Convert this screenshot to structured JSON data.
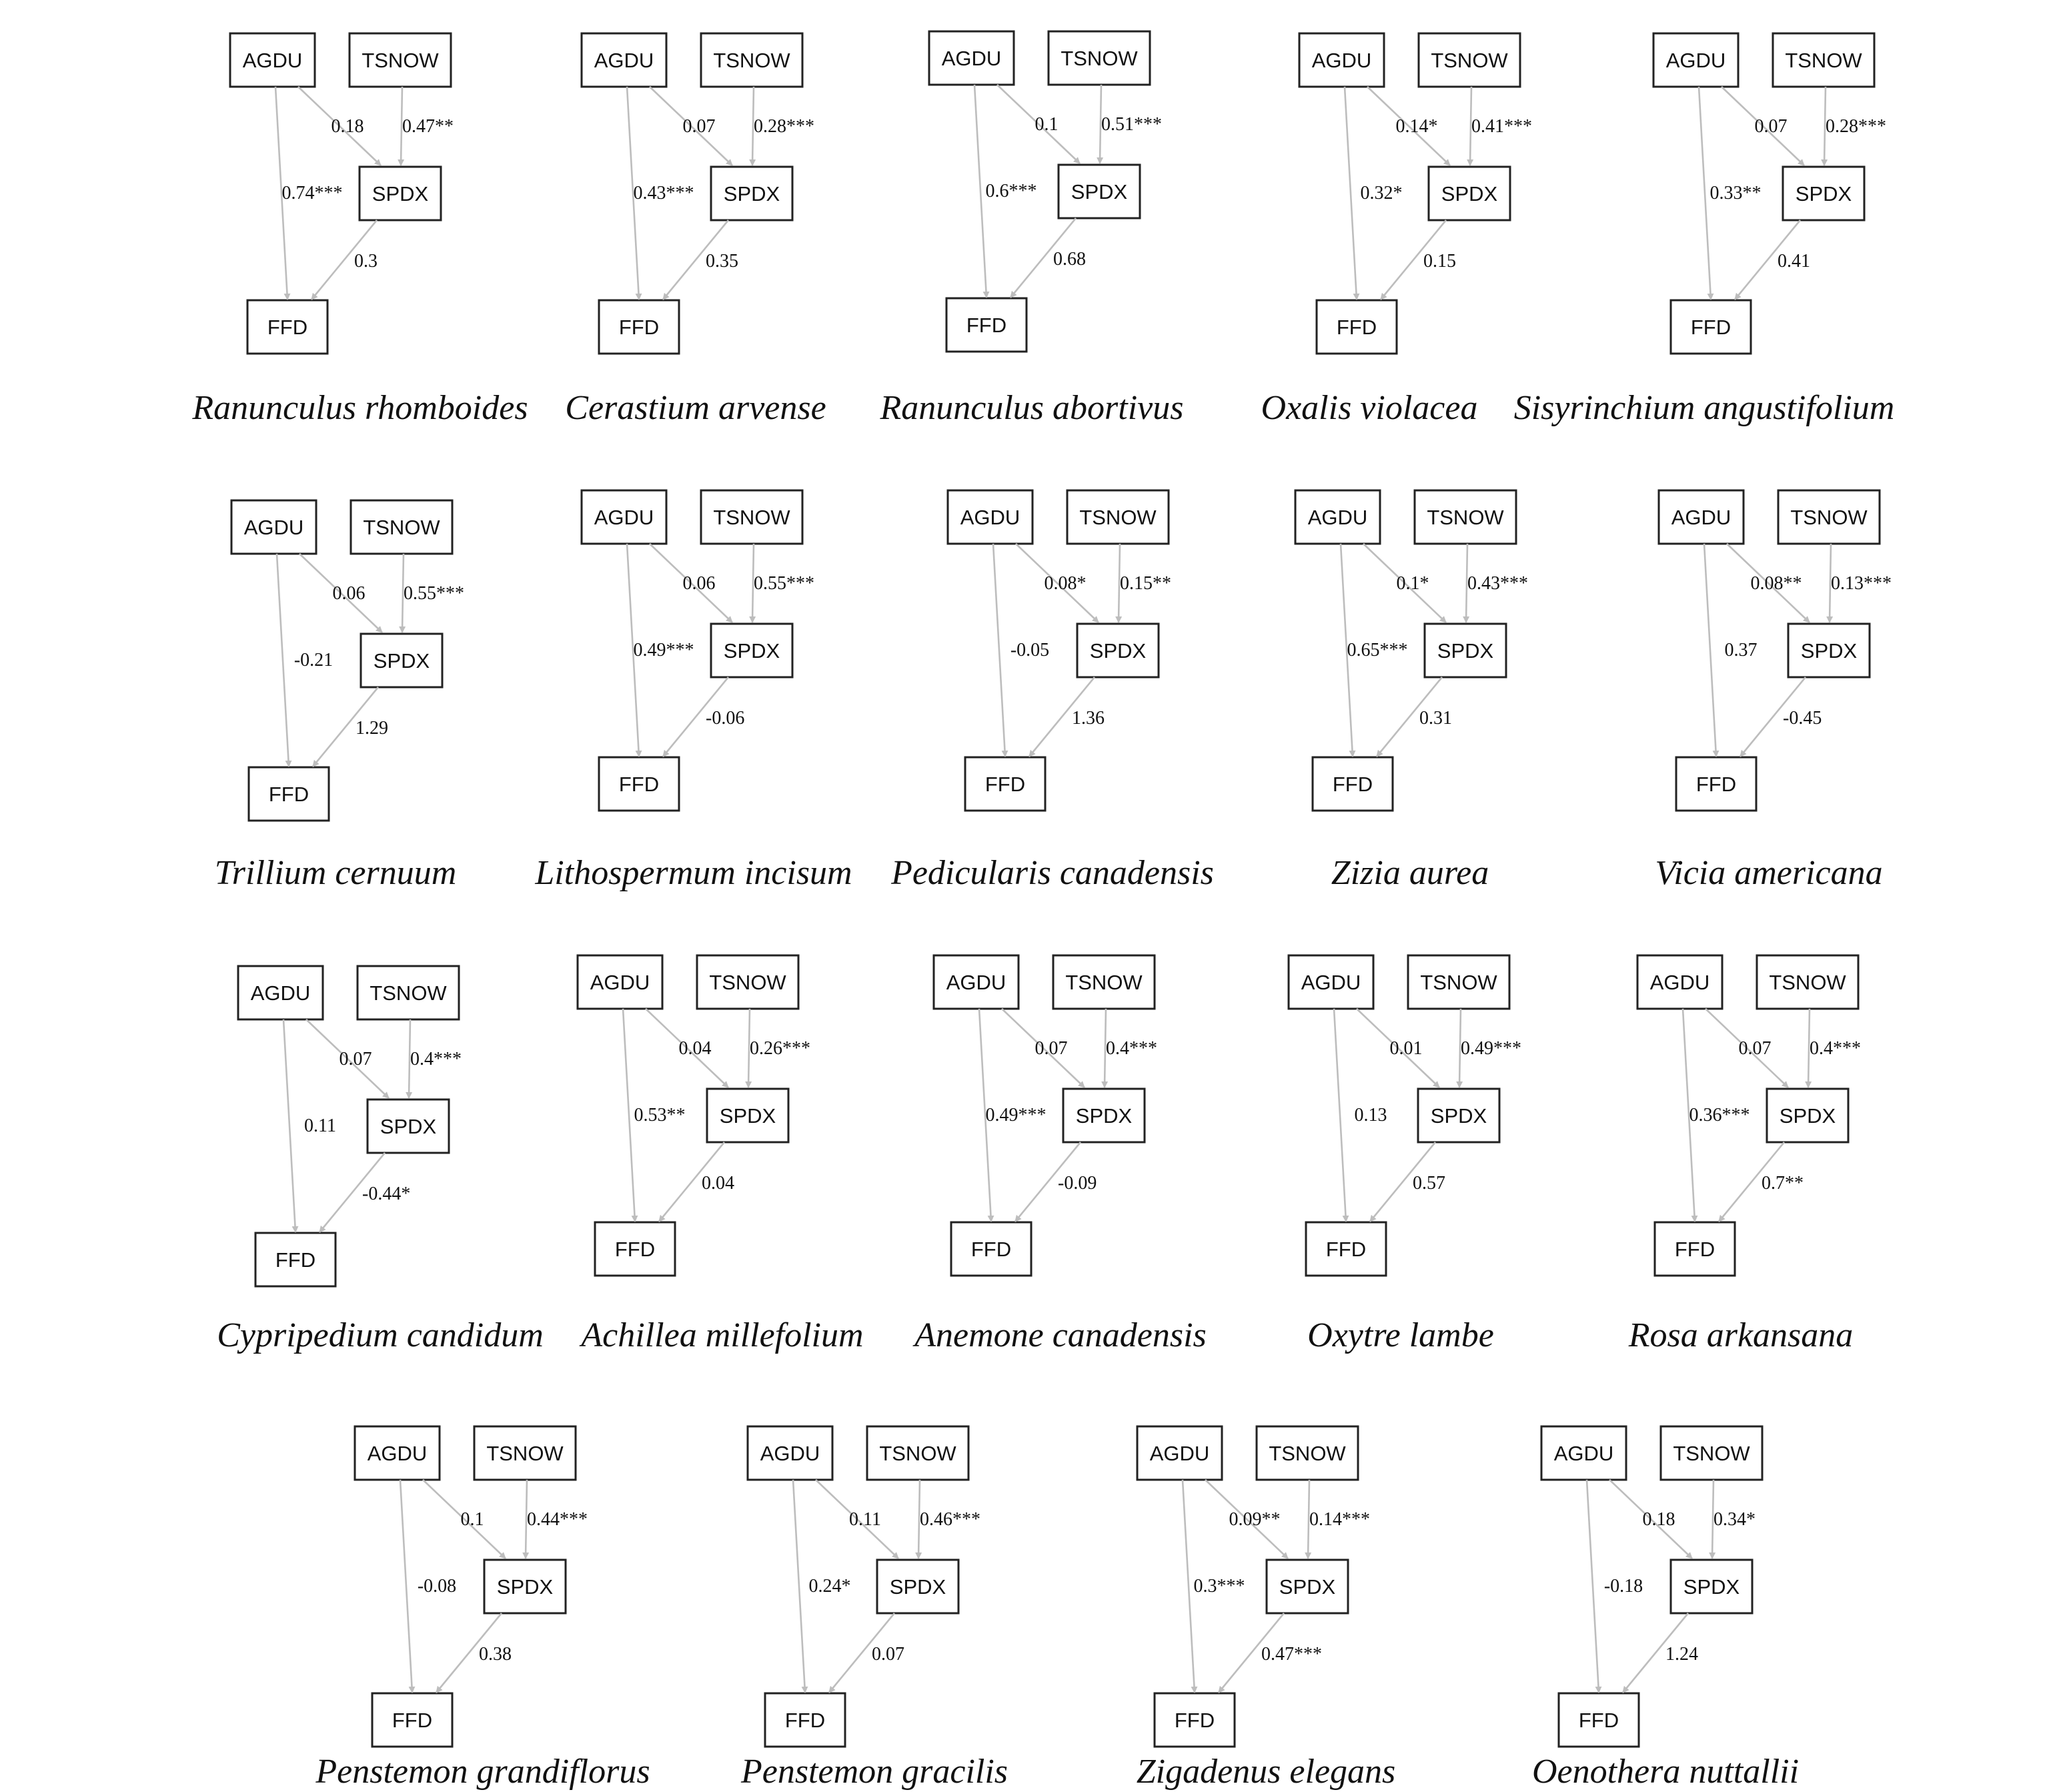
{
  "node_labels": {
    "agdu": "AGDU",
    "tsnow": "TSNOW",
    "spdx": "SPDX",
    "ffd": "FFD"
  },
  "colors": {
    "edge": "#bdbdbd",
    "node_border": "#222222",
    "text": "#111111"
  },
  "panels": [
    {
      "species": "Ranunculus rhomboides",
      "agdu_spdx": "0.18",
      "tsnow_spdx": "0.47**",
      "agdu_ffd": "0.74***",
      "spdx_ffd": "0.3"
    },
    {
      "species": "Cerastium arvense",
      "agdu_spdx": "0.07",
      "tsnow_spdx": "0.28***",
      "agdu_ffd": "0.43***",
      "spdx_ffd": "0.35"
    },
    {
      "species": "Ranunculus abortivus",
      "agdu_spdx": "0.1",
      "tsnow_spdx": "0.51***",
      "agdu_ffd": "0.6***",
      "spdx_ffd": "0.68"
    },
    {
      "species": "Oxalis violacea",
      "agdu_spdx": "0.14*",
      "tsnow_spdx": "0.41***",
      "agdu_ffd": "0.32*",
      "spdx_ffd": "0.15"
    },
    {
      "species": "Sisyrinchium angustifolium",
      "agdu_spdx": "0.07",
      "tsnow_spdx": "0.28***",
      "agdu_ffd": "0.33**",
      "spdx_ffd": "0.41"
    },
    {
      "species": "Trillium cernuum",
      "agdu_spdx": "0.06",
      "tsnow_spdx": "0.55***",
      "agdu_ffd": "-0.21",
      "spdx_ffd": "1.29"
    },
    {
      "species": "Lithospermum incisum",
      "agdu_spdx": "0.06",
      "tsnow_spdx": "0.55***",
      "agdu_ffd": "0.49***",
      "spdx_ffd": "-0.06"
    },
    {
      "species": "Pedicularis canadensis",
      "agdu_spdx": "0.08*",
      "tsnow_spdx": "0.15**",
      "agdu_ffd": "-0.05",
      "spdx_ffd": "1.36"
    },
    {
      "species": "Zizia aurea",
      "agdu_spdx": "0.1*",
      "tsnow_spdx": "0.43***",
      "agdu_ffd": "0.65***",
      "spdx_ffd": "0.31"
    },
    {
      "species": "Vicia americana",
      "agdu_spdx": "0.08**",
      "tsnow_spdx": "0.13***",
      "agdu_ffd": "0.37",
      "spdx_ffd": "-0.45"
    },
    {
      "species": "Cypripedium candidum",
      "agdu_spdx": "0.07",
      "tsnow_spdx": "0.4***",
      "agdu_ffd": "0.11",
      "spdx_ffd": "-0.44*"
    },
    {
      "species": "Achillea millefolium",
      "agdu_spdx": "0.04",
      "tsnow_spdx": "0.26***",
      "agdu_ffd": "0.53**",
      "spdx_ffd": "0.04"
    },
    {
      "species": "Anemone canadensis",
      "agdu_spdx": "0.07",
      "tsnow_spdx": "0.4***",
      "agdu_ffd": "0.49***",
      "spdx_ffd": "-0.09"
    },
    {
      "species": "Oxytre lambe",
      "agdu_spdx": "0.01",
      "tsnow_spdx": "0.49***",
      "agdu_ffd": "0.13",
      "spdx_ffd": "0.57"
    },
    {
      "species": "Rosa arkansana",
      "agdu_spdx": "0.07",
      "tsnow_spdx": "0.4***",
      "agdu_ffd": "0.36***",
      "spdx_ffd": "0.7**"
    },
    {
      "species": "Penstemon grandiflorus",
      "agdu_spdx": "0.1",
      "tsnow_spdx": "0.44***",
      "agdu_ffd": "-0.08",
      "spdx_ffd": "0.38"
    },
    {
      "species": "Penstemon gracilis",
      "agdu_spdx": "0.11",
      "tsnow_spdx": "0.46***",
      "agdu_ffd": "0.24*",
      "spdx_ffd": "0.07"
    },
    {
      "species": "Zigadenus elegans",
      "agdu_spdx": "0.09**",
      "tsnow_spdx": "0.14***",
      "agdu_ffd": "0.3***",
      "spdx_ffd": "0.47***"
    },
    {
      "species": "Oenothera nuttallii",
      "agdu_spdx": "0.18",
      "tsnow_spdx": "0.34*",
      "agdu_ffd": "-0.18",
      "spdx_ffd": "1.24"
    }
  ]
}
